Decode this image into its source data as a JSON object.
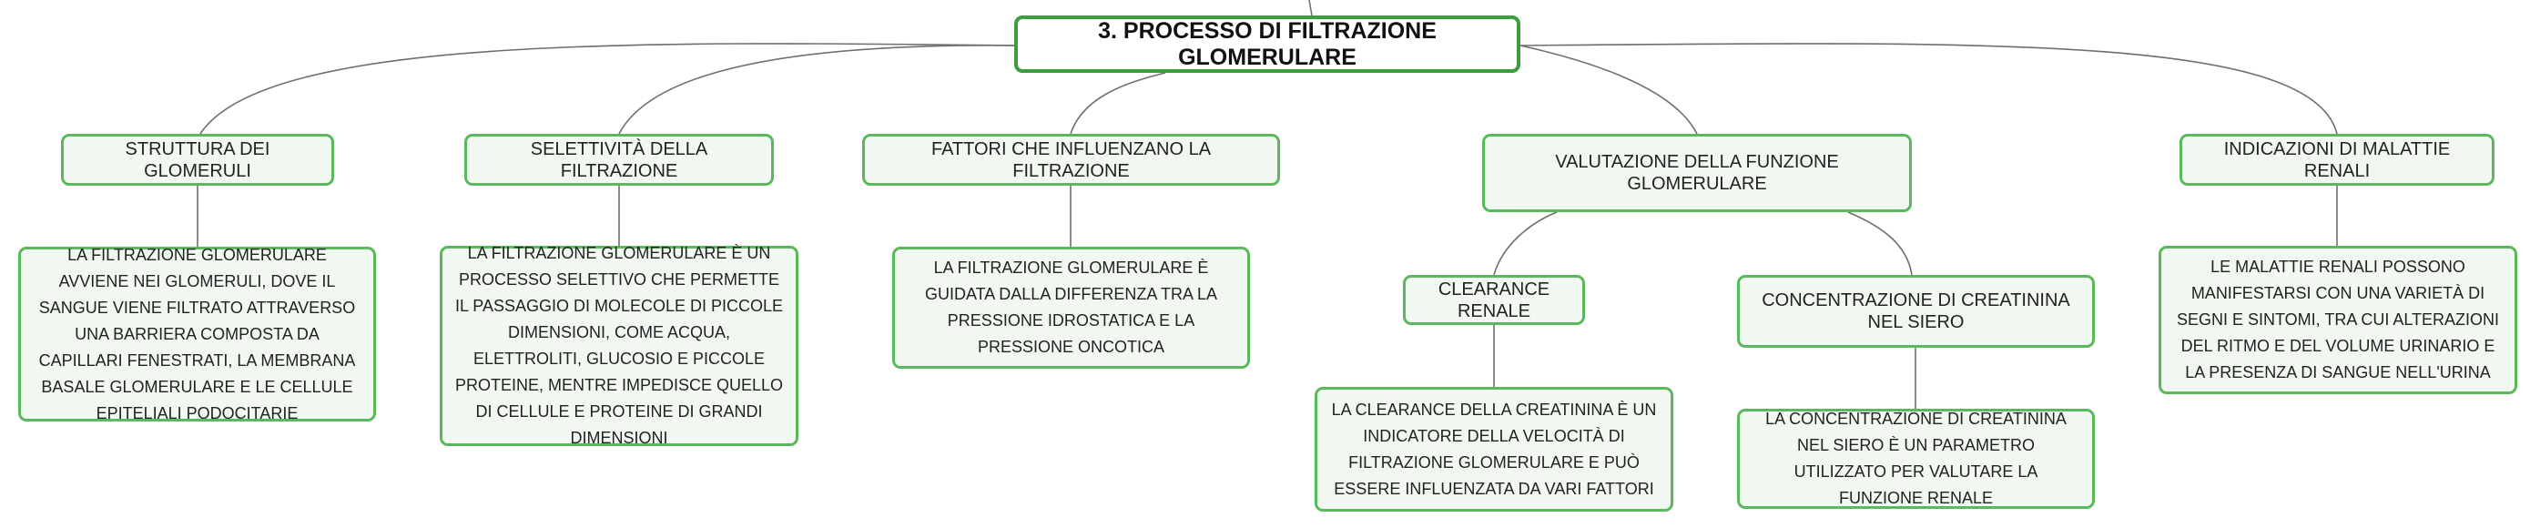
{
  "colors": {
    "node_border": "#5cb85c",
    "node_fill": "#f1f8f1",
    "root_border": "#3a9e3e",
    "connector": "#6f6f6f"
  },
  "root": {
    "label": "3. PROCESSO DI FILTRAZIONE GLOMERULARE"
  },
  "topics": [
    {
      "label": "STRUTTURA DEI GLOMERULI",
      "detail": "LA FILTRAZIONE GLOMERULARE AVVIENE NEI GLOMERULI, DOVE IL SANGUE VIENE FILTRATO ATTRAVERSO UNA BARRIERA COMPOSTA DA CAPILLARI FENESTRATI, LA MEMBRANA BASALE GLOMERULARE E LE CELLULE EPITELIALI PODOCITARIE"
    },
    {
      "label": "SELETTIVITÀ DELLA FILTRAZIONE",
      "detail": "LA FILTRAZIONE GLOMERULARE È UN PROCESSO SELETTIVO CHE PERMETTE IL PASSAGGIO DI MOLECOLE DI PICCOLE DIMENSIONI, COME ACQUA, ELETTROLITI, GLUCOSIO E PICCOLE PROTEINE, MENTRE IMPEDISCE QUELLO DI CELLULE E PROTEINE DI GRANDI DIMENSIONI"
    },
    {
      "label": "FATTORI CHE INFLUENZANO LA FILTRAZIONE",
      "detail": "LA FILTRAZIONE GLOMERULARE È GUIDATA DALLA DIFFERENZA TRA LA PRESSIONE IDROSTATICA E LA PRESSIONE ONCOTICA"
    },
    {
      "label": "VALUTAZIONE DELLA FUNZIONE GLOMERULARE",
      "subtopics": [
        {
          "label": "CLEARANCE RENALE",
          "detail": "LA CLEARANCE DELLA CREATININA È UN INDICATORE DELLA VELOCITÀ DI FILTRAZIONE GLOMERULARE E PUÒ ESSERE INFLUENZATA DA VARI FATTORI"
        },
        {
          "label": "CONCENTRAZIONE DI CREATININA NEL SIERO",
          "detail": "LA CONCENTRAZIONE DI CREATININA NEL SIERO È UN PARAMETRO UTILIZZATO PER VALUTARE LA FUNZIONE RENALE"
        }
      ]
    },
    {
      "label": "INDICAZIONI DI MALATTIE RENALI",
      "detail": "LE MALATTIE RENALI POSSONO MANIFESTARSI CON UNA VARIETÀ DI SEGNI E SINTOMI, TRA CUI ALTERAZIONI DEL RITMO E DEL VOLUME URINARIO E LA PRESENZA DI SANGUE NELL'URINA"
    }
  ]
}
